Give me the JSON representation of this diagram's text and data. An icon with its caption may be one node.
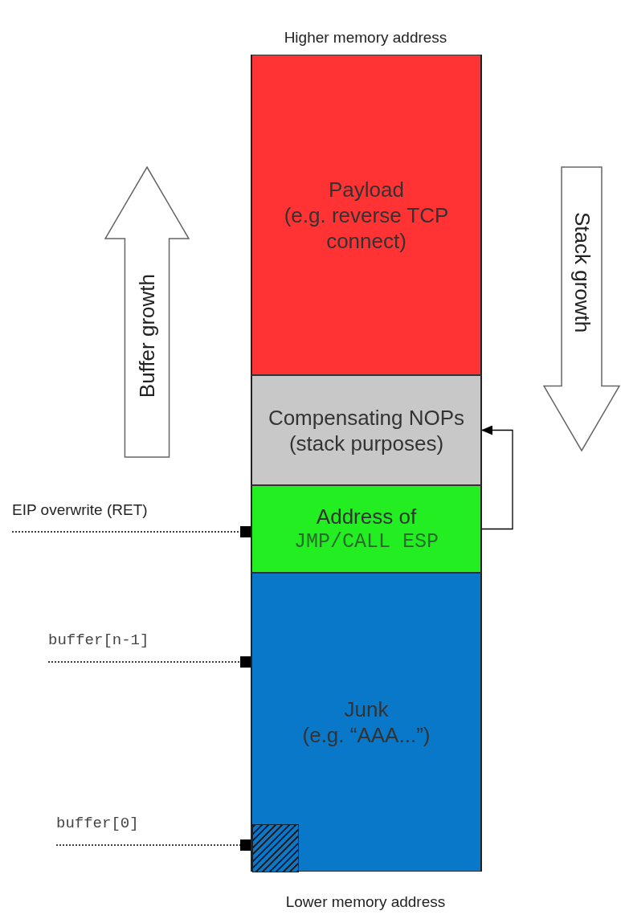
{
  "diagram": {
    "nodes": [
      {
        "text": [
          "Payload",
          "(e.g. reverse TCP connect)"
        ]
      },
      {
        "text": [
          "Buffer growth"
        ]
      },
      {
        "text": [
          "Stack growth"
        ]
      },
      {
        "text": [
          "Compensating NOPs (stack purposes)"
        ]
      },
      {
        "text": [
          "EIP overwrite (RET)"
        ]
      },
      {
        "text": [
          "Address of",
          "JMP/CALL ESP"
        ]
      },
      {
        "text": [
          "buffer[n-1]"
        ]
      },
      {
        "text": [
          "Junk",
          "(e.g. “AAA...”)"
        ]
      },
      {
        "text": [
          "buffer[0]"
        ]
      },
      {
        "text": [],
        "shape": "box",
        "in": 7
      }
    ],
    "edges": [
      {
        "from": 5,
        "to": 3,
        "arrow": "to"
      },
      {
        "from": 4,
        "to": 5,
        "arrow": "other",
        "style": "dashed"
      },
      {
        "from": 6,
        "to": 7,
        "arrow": "other",
        "style": "dashed"
      },
      {
        "from": 8,
        "to": 9,
        "arrow": "other",
        "style": "dashed"
      }
    ],
    "labels": [
      "Higher memory address",
      "Lower memory address"
    ]
  }
}
